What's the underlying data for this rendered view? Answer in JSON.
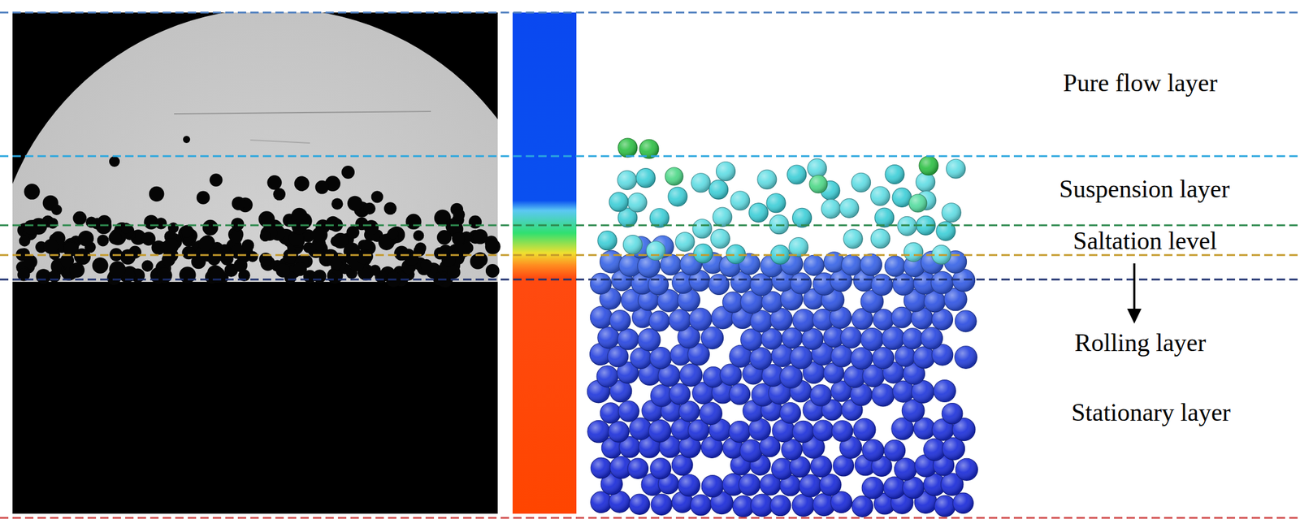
{
  "diagram": {
    "labels": [
      "Pure flow layer",
      "Suspension layer",
      "Saltation level",
      "Rolling layer",
      "Stationary layer"
    ]
  }
}
